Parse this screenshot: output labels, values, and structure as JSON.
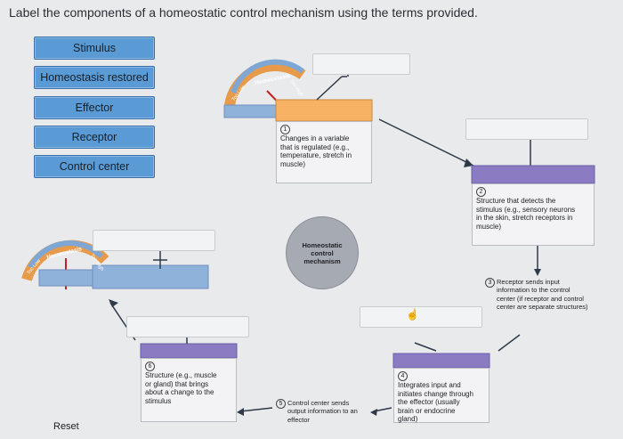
{
  "title": "Label the components of a homeostatic control mechanism using the terms provided.",
  "terms": [
    "Stimulus",
    "Homeostasis restored",
    "Effector",
    "Receptor",
    "Control center"
  ],
  "gauge": {
    "arc_label": "Homeostasis",
    "low_label": "Too Low",
    "high_label": "Too High"
  },
  "cards": {
    "c1": {
      "num": "1",
      "text": "Changes in a variable that is regulated (e.g., temperature, stretch in muscle)"
    },
    "c2": {
      "num": "2",
      "text": "Structure that detects the stimulus (e.g., sensory neurons in the skin, stretch receptors in muscle)"
    },
    "c3": {
      "num": "3",
      "text": "Receptor sends input information to the control center (if receptor and control center are separate structures)"
    },
    "c4": {
      "num": "4",
      "text": "Integrates input and initiates change through the effector (usually brain or endocrine gland)"
    },
    "c5": {
      "num": "5",
      "text": "Control center sends output information to an effector"
    },
    "c6": {
      "num": "6",
      "text": "Structure (e.g., muscle or gland) that brings about a change to the stimulus"
    }
  },
  "center": {
    "label": "Homeostatic control mechanism"
  },
  "reset_label": "Reset",
  "colors": {
    "term_bg": "#5b9bd5",
    "gauge_blue": "#7fa7d6",
    "header_purple": "#8a7bc3",
    "header_orange": "#f0a24a"
  }
}
